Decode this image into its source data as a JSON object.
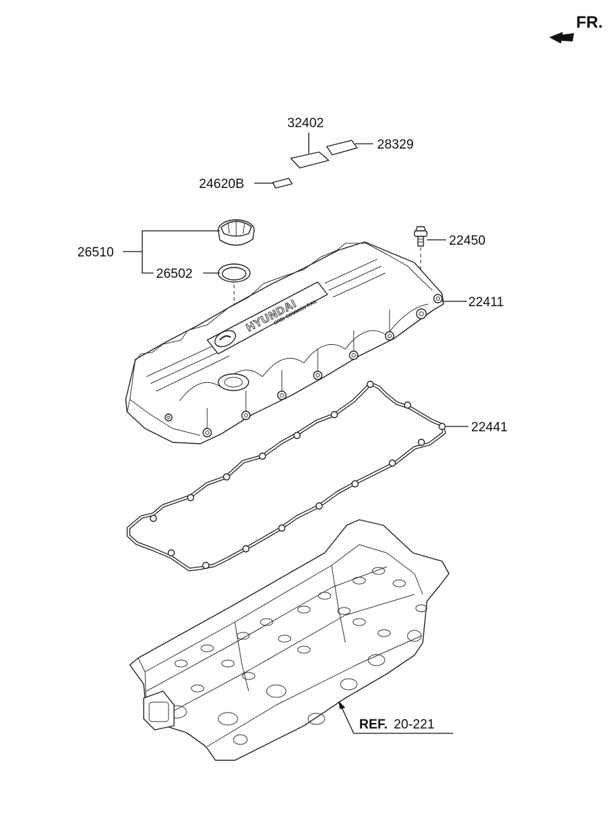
{
  "orientation": {
    "label": "FR."
  },
  "logo_text": {
    "brand": "HYUNDAI",
    "sub": "CRDi COMMON RAIL"
  },
  "parts": [
    {
      "id": "32402"
    },
    {
      "id": "28329"
    },
    {
      "id": "24620B"
    },
    {
      "id": "26510"
    },
    {
      "id": "26502"
    },
    {
      "id": "22450"
    },
    {
      "id": "22411"
    },
    {
      "id": "22441"
    }
  ],
  "reference": {
    "prefix": "REF.",
    "number": "20-221"
  }
}
